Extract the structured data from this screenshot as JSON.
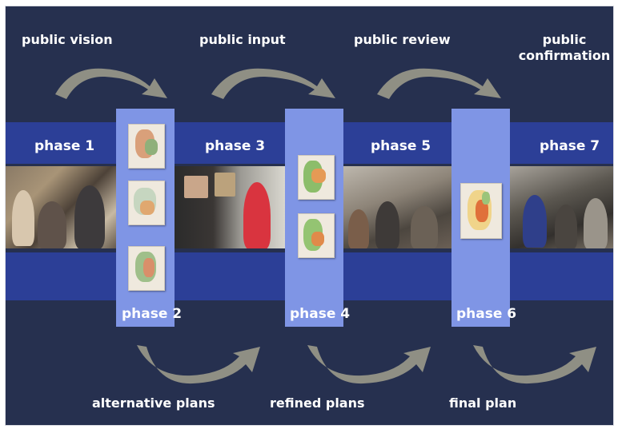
{
  "top_labels": {
    "vision": "public vision",
    "input": "public input",
    "review": "public review",
    "confirmation_line1": "public",
    "confirmation_line2": "confirmation"
  },
  "phases": {
    "p1": "phase 1",
    "p2": "phase 2",
    "p3": "phase 3",
    "p4": "phase 4",
    "p5": "phase 5",
    "p6": "phase 6",
    "p7": "phase 7"
  },
  "bottom_labels": {
    "alternative": "alternative plans",
    "refined": "refined plans",
    "final": "final plan"
  },
  "colors": {
    "background": "#26304f",
    "band": "#2c3f97",
    "column": "#7f95e5",
    "arrow": "#8f8f84",
    "text": "#ffffff"
  }
}
